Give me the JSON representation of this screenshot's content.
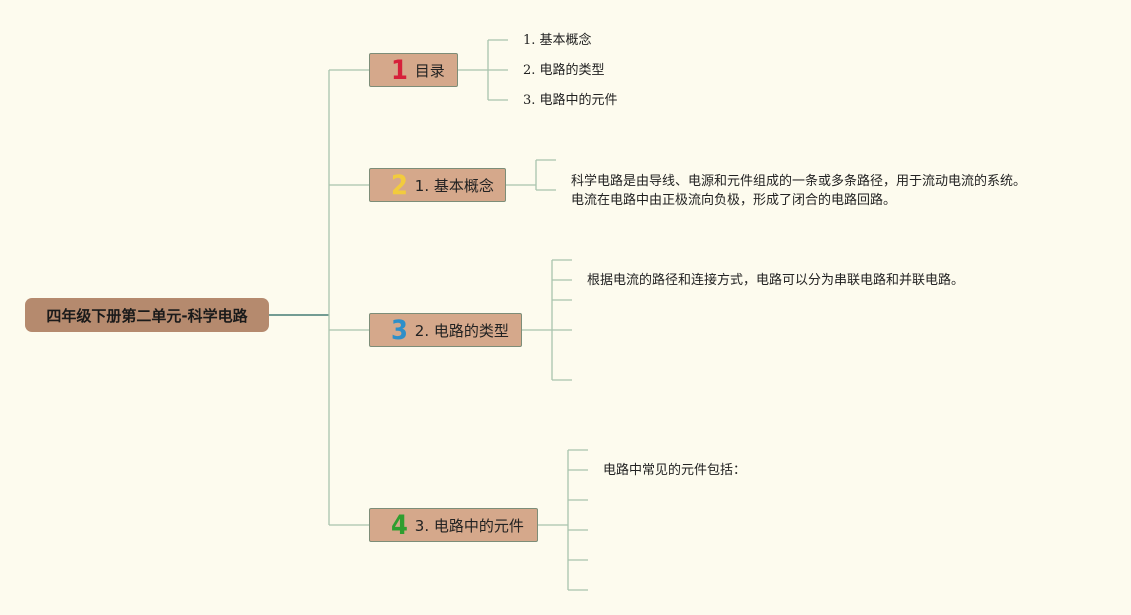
{
  "root": {
    "label": "四年级下册第二单元-科学电路"
  },
  "branches": [
    {
      "number": "1",
      "label": "目录",
      "color": "#d6203a",
      "leaves": [
        "1. 基本概念",
        "2. 电路的类型",
        "3. 电路中的元件"
      ]
    },
    {
      "number": "2",
      "label": "1. 基本概念",
      "color": "#f2cb3d",
      "text_lines": [
        "科学电路是由导线、电源和元件组成的一条或多条路径，用于流动电流的系统。",
        "电流在电路中由正极流向负极，形成了闭合的电路回路。"
      ]
    },
    {
      "number": "3",
      "label": "2. 电路的类型",
      "color": "#2e8fc9",
      "text_lines": [
        "根据电流的路径和连接方式，电路可以分为串联电路和并联电路。"
      ]
    },
    {
      "number": "4",
      "label": "3. 电路中的元件",
      "color": "#2f9e2f",
      "text_lines": [
        "电路中常见的元件包括："
      ]
    }
  ],
  "colors": {
    "background": "#fdfbee",
    "connector": "#a9c4ad",
    "root_connector": "#5f8f86",
    "root_fill": "#b58a6e",
    "branch_fill": "#d5a88b"
  }
}
